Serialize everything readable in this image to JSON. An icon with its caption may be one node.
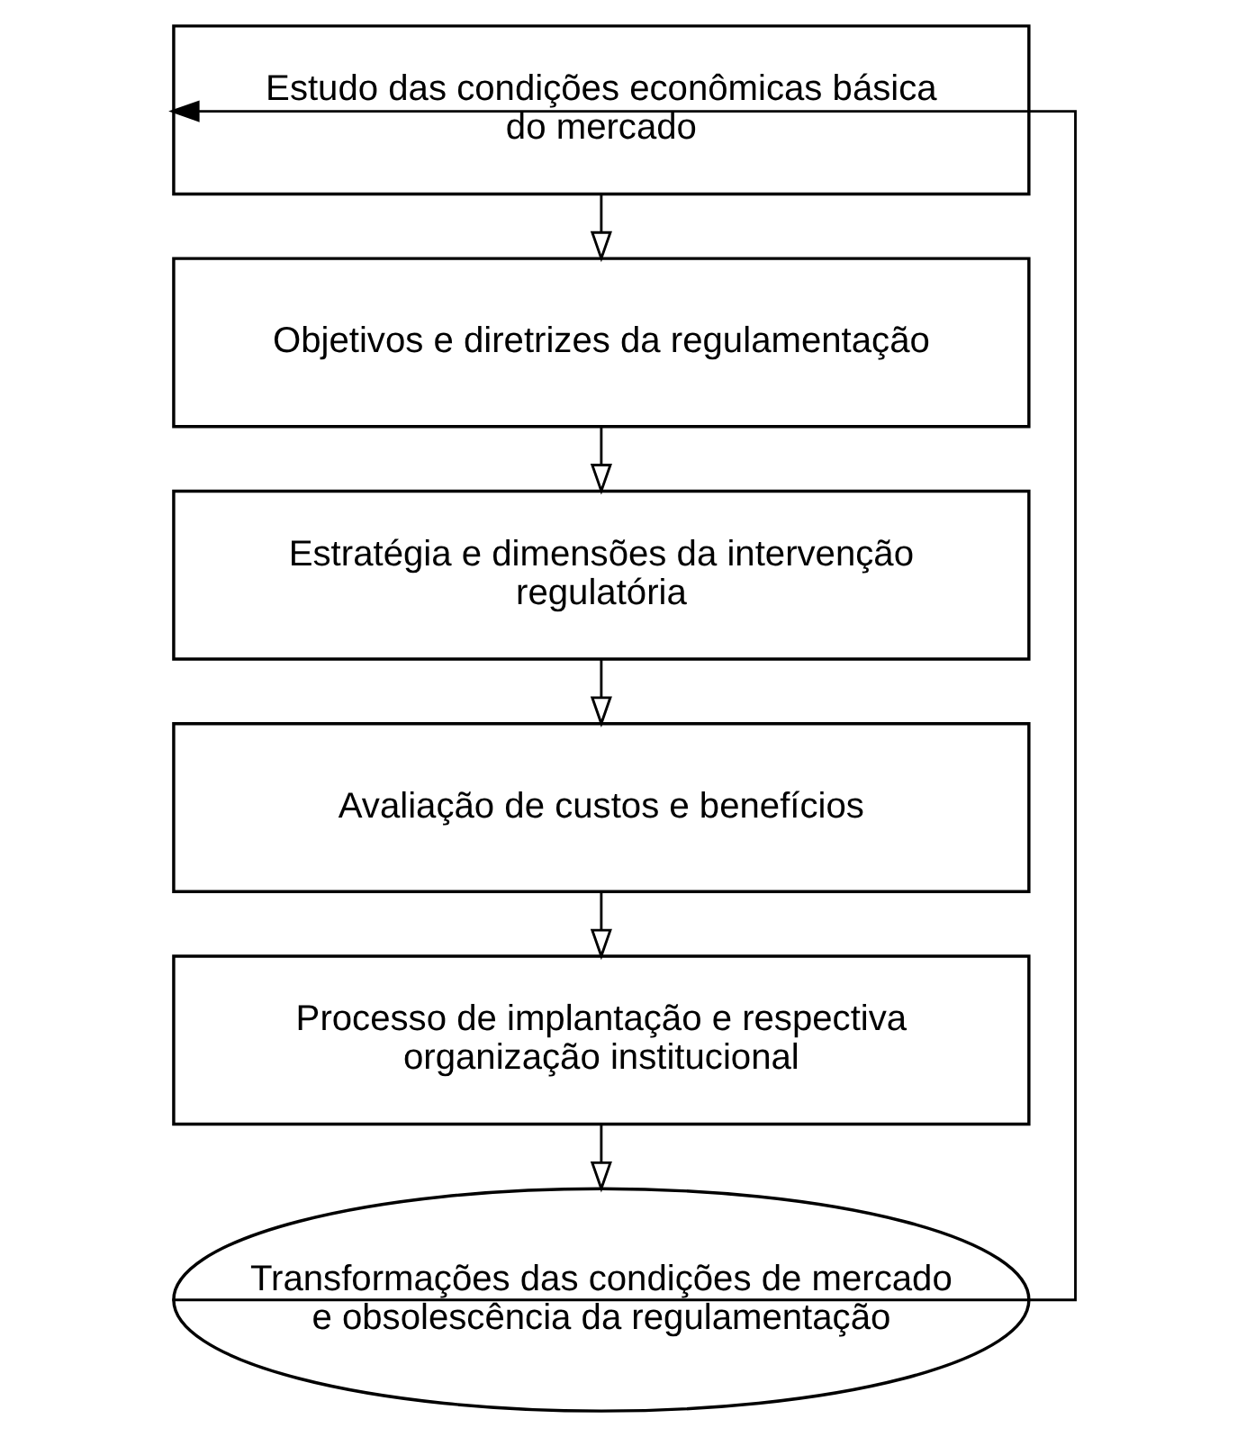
{
  "diagram": {
    "nodes": [
      {
        "text": [
          "Estudo das condições econômicas básica do mercado"
        ]
      },
      {
        "text": [
          "Objetivos e diretrizes da regulamentação"
        ]
      },
      {
        "text": [
          "Estratégia e dimensões da intervenção regulatória"
        ]
      },
      {
        "text": [
          "Avaliação de custos e benefícios"
        ]
      },
      {
        "text": [
          "Processo de implantação e respectiva organização institucional"
        ]
      },
      {
        "text": [
          "Transformações das condições de mercado e obsolescência da regulamentação"
        ]
      }
    ],
    "edges": [
      {
        "from": 0,
        "to": 1,
        "arrow": "to"
      },
      {
        "from": 1,
        "to": 2,
        "arrow": "to"
      },
      {
        "from": 2,
        "to": 3,
        "arrow": "to"
      },
      {
        "from": 3,
        "to": 4,
        "arrow": "to"
      },
      {
        "from": 4,
        "to": 5,
        "arrow": "to"
      },
      {
        "from": 5,
        "to": 0,
        "arrow": "to"
      }
    ]
  }
}
